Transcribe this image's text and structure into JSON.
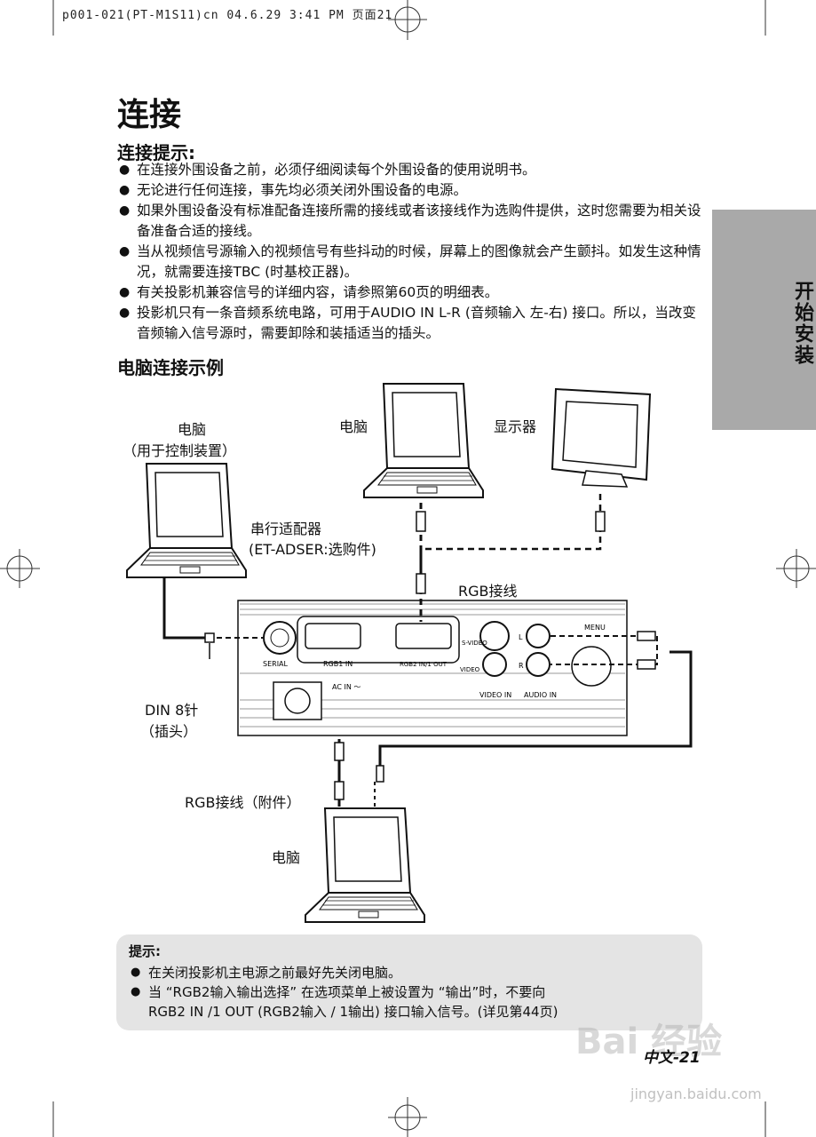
{
  "print_header": "p001-021(PT-M1S11)cn 04.6.29 3:41 PM 页面21",
  "title": "连接",
  "tips_heading": "连接提示:",
  "tips": [
    "在连接外围设备之前，必须仔细阅读每个外围设备的使用说明书。",
    "无论进行任何连接，事先均必须关闭外围设备的电源。",
    "如果外围设备没有标准配备连接所需的接线或者该接线作为选购件提供，这时您需要为相关设备准备合适的接线。",
    "当从视频信号源输入的视频信号有些抖动的时候，屏幕上的图像就会产生颤抖。如发生这种情况，就需要连接TBC (时基校正器)。",
    "有关投影机兼容信号的详细内容，请参照第60页的明细表。",
    "投影机只有一条音频系统电路，可用于AUDIO IN L-R (音频输入 左-右) 接口。所以，当改变音频输入信号源时，需要卸除和装插适当的插头。"
  ],
  "side_tab": "开始安装",
  "diagram_heading": "电脑连接示例",
  "diagram": {
    "pc_control_label_1": "电脑",
    "pc_control_label_2": "（用于控制装置）",
    "pc_top_label": "电脑",
    "monitor_label": "显示器",
    "serial_adapter_1": "串行适配器",
    "serial_adapter_2": "(ET-ADSER:选购件)",
    "rgb_cable": "RGB接线",
    "din_1": "DIN 8针",
    "din_2": "（插头）",
    "rgb_cable_acc": "RGB接线（附件）",
    "pc_bottom_label": "电脑",
    "panel": {
      "serial": "SERIAL",
      "rgb1": "RGB1 IN",
      "rgb2": "RGB2 IN/1 OUT",
      "s_video": "S-VIDEO",
      "video": "VIDEO",
      "video_in": "VIDEO IN",
      "audio_in": "AUDIO IN",
      "ac_in": "AC IN ～",
      "menu": "MENU",
      "l": "L",
      "r": "R"
    }
  },
  "note_box": {
    "title": "提示:",
    "items": [
      "在关闭投影机主电源之前最好先关闭电脑。",
      "当 “RGB2输入输出选择” 在选项菜单上被设置为 “输出”时，不要向",
      "RGB2 IN /1 OUT (RGB2输入 / 1输出) 接口输入信号。(详见第44页)"
    ]
  },
  "page_number": "中文-21",
  "watermark": "Bai 经验",
  "watermark_url": "jingyan.baidu.com"
}
